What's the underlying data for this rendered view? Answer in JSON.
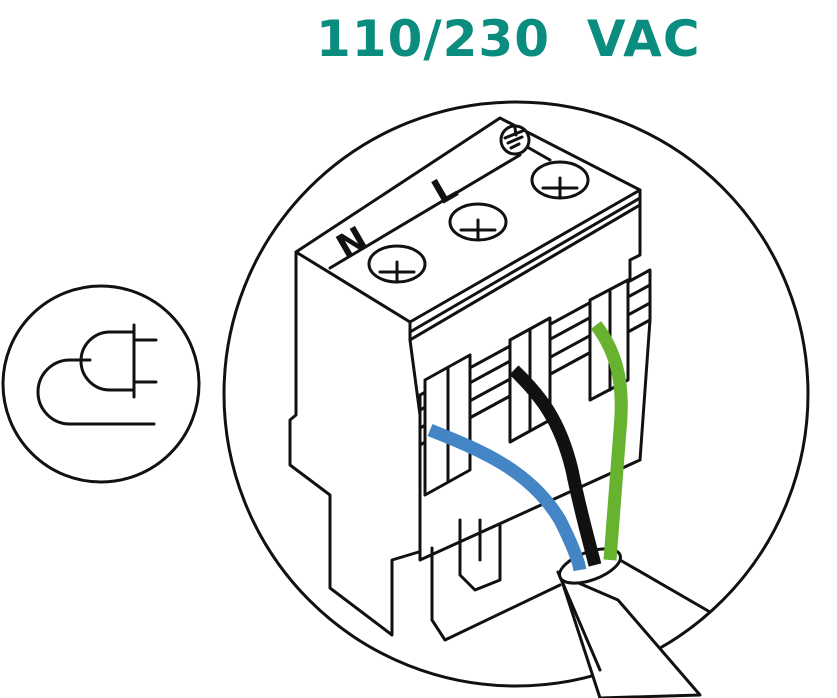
{
  "title": "110/230  VAC",
  "colors": {
    "title": "#0a8c7e",
    "neutral_wire": "#4485c6",
    "live_wire": "#111111",
    "earth_wire": "#67b22f",
    "outline": "#111111"
  },
  "icons": {
    "power": "power-plug-icon",
    "earth": "ground-symbol-icon"
  },
  "terminal": {
    "labels": [
      "N",
      "L"
    ],
    "earth_symbol": "ground",
    "wires": [
      {
        "terminal": "N",
        "color_name": "blue"
      },
      {
        "terminal": "L",
        "color_name": "black"
      },
      {
        "terminal": "earth",
        "color_name": "green"
      }
    ]
  }
}
